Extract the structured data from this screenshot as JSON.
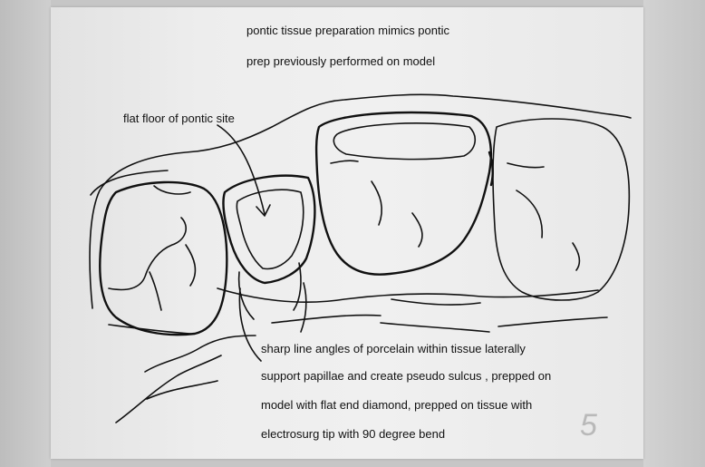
{
  "annotations": {
    "header_line_1": "pontic tissue preparation mimics pontic",
    "header_line_2": "prep previously performed on model",
    "pontic_floor_label": "flat floor of pontic site",
    "note_line_1": "sharp line angles of porcelain within tissue laterally",
    "note_line_2": "support papillae  and  create pseudo sulcus , prepped on",
    "note_line_3": "model with flat end diamond, prepped on tissue with",
    "note_line_4": "electrosurg tip with 90 degree bend"
  },
  "page_number": "5",
  "colors": {
    "ink": "#111111",
    "paper": "#efefef",
    "background": "#c6c6c6",
    "page_number": "#b9b9b9"
  }
}
